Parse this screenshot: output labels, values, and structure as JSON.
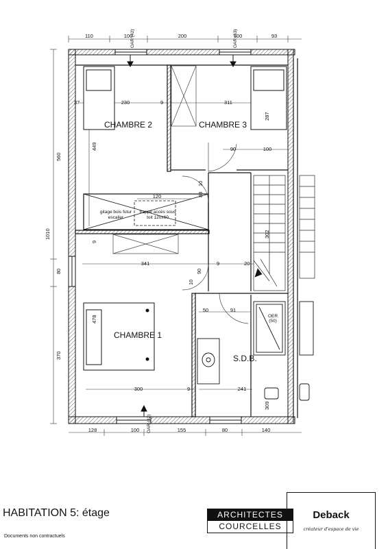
{
  "plan": {
    "dimensions_top": [
      "110",
      "100",
      "200",
      "100",
      "93"
    ],
    "windows_top": [
      "OAR (42)",
      "OAR (63)"
    ],
    "dimensions_left": [
      "560",
      "1010",
      "80",
      "370"
    ],
    "dimensions_bottom": [
      "128",
      "100",
      "155",
      "80",
      "140"
    ],
    "window_bottom": "OAR (42)",
    "rooms": {
      "chambre2": "CHAMBRE 2",
      "chambre3": "CHAMBRE 3",
      "chambre1": "CHAMBRE 1",
      "sdb": "S.D.B."
    },
    "interior_dims": {
      "d37": "37",
      "d230": "230",
      "d9a": "9",
      "d311": "311",
      "d287": "287",
      "d449": "449",
      "d90a": "90",
      "d100": "100",
      "d120": "120",
      "d10a": "10",
      "d88": "88",
      "d9b": "9",
      "d341": "341",
      "d9c": "9",
      "d20": "20",
      "d302": "302",
      "d10b": "10",
      "d90b": "90",
      "d50": "50",
      "d91": "91",
      "d478": "478",
      "d300": "300",
      "d9d": "9",
      "d241": "241",
      "d309": "309"
    },
    "notes": {
      "gitage": "gitage bois futur escalier",
      "trappe": "trappe accès sous toit 120x60",
      "oer": "OER (50)"
    }
  },
  "footer": {
    "title": "HABITATION 5: étage",
    "note": "Documents non contractuels",
    "brand_line1": "ARCHITECTES",
    "brand_line2": "COURCELLES",
    "logo_name": "Deback",
    "logo_tagline": "créateur d'espace de vie"
  }
}
